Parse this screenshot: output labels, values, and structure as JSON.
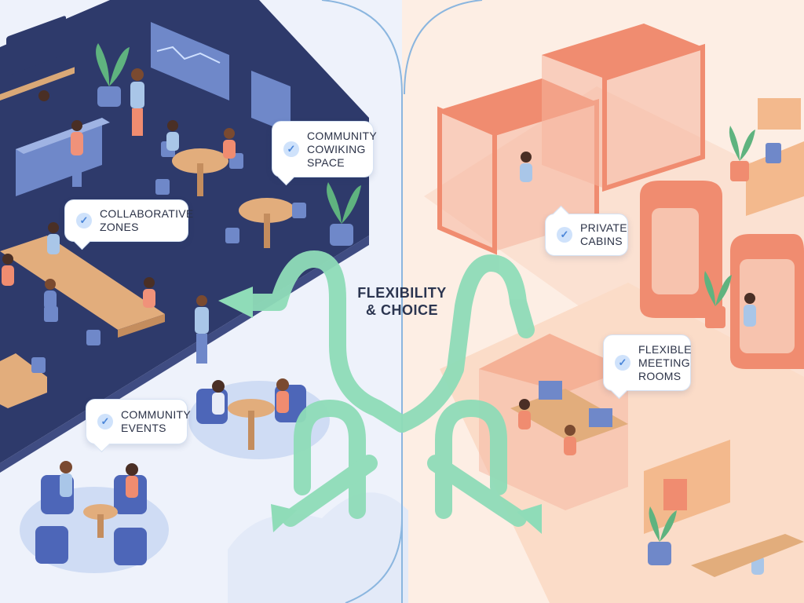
{
  "center_title": "FLEXIBILITY\n& CHOICE",
  "callouts": {
    "community_coworking": "COMMUNITY\nCOWIKING\nSPACE",
    "collaborative_zones": "COLLABORATIVE\nZONES",
    "community_events": "COMMUNITY\nEVENTS",
    "private_cabins": "PRIVATE\nCABINS",
    "flexible_meeting": "FLEXIBLE\nMEETING\nROOMS"
  },
  "icons": {
    "check": "✓"
  },
  "colors": {
    "left_bg": "#eef2fb",
    "left_floor": "#2e3a6b",
    "right_bg": "#fdeee4",
    "cabin": "#f08c70",
    "arrow": "#8fdcb8",
    "divider": "#8bb6df",
    "check_bg": "#cfe2fb"
  }
}
